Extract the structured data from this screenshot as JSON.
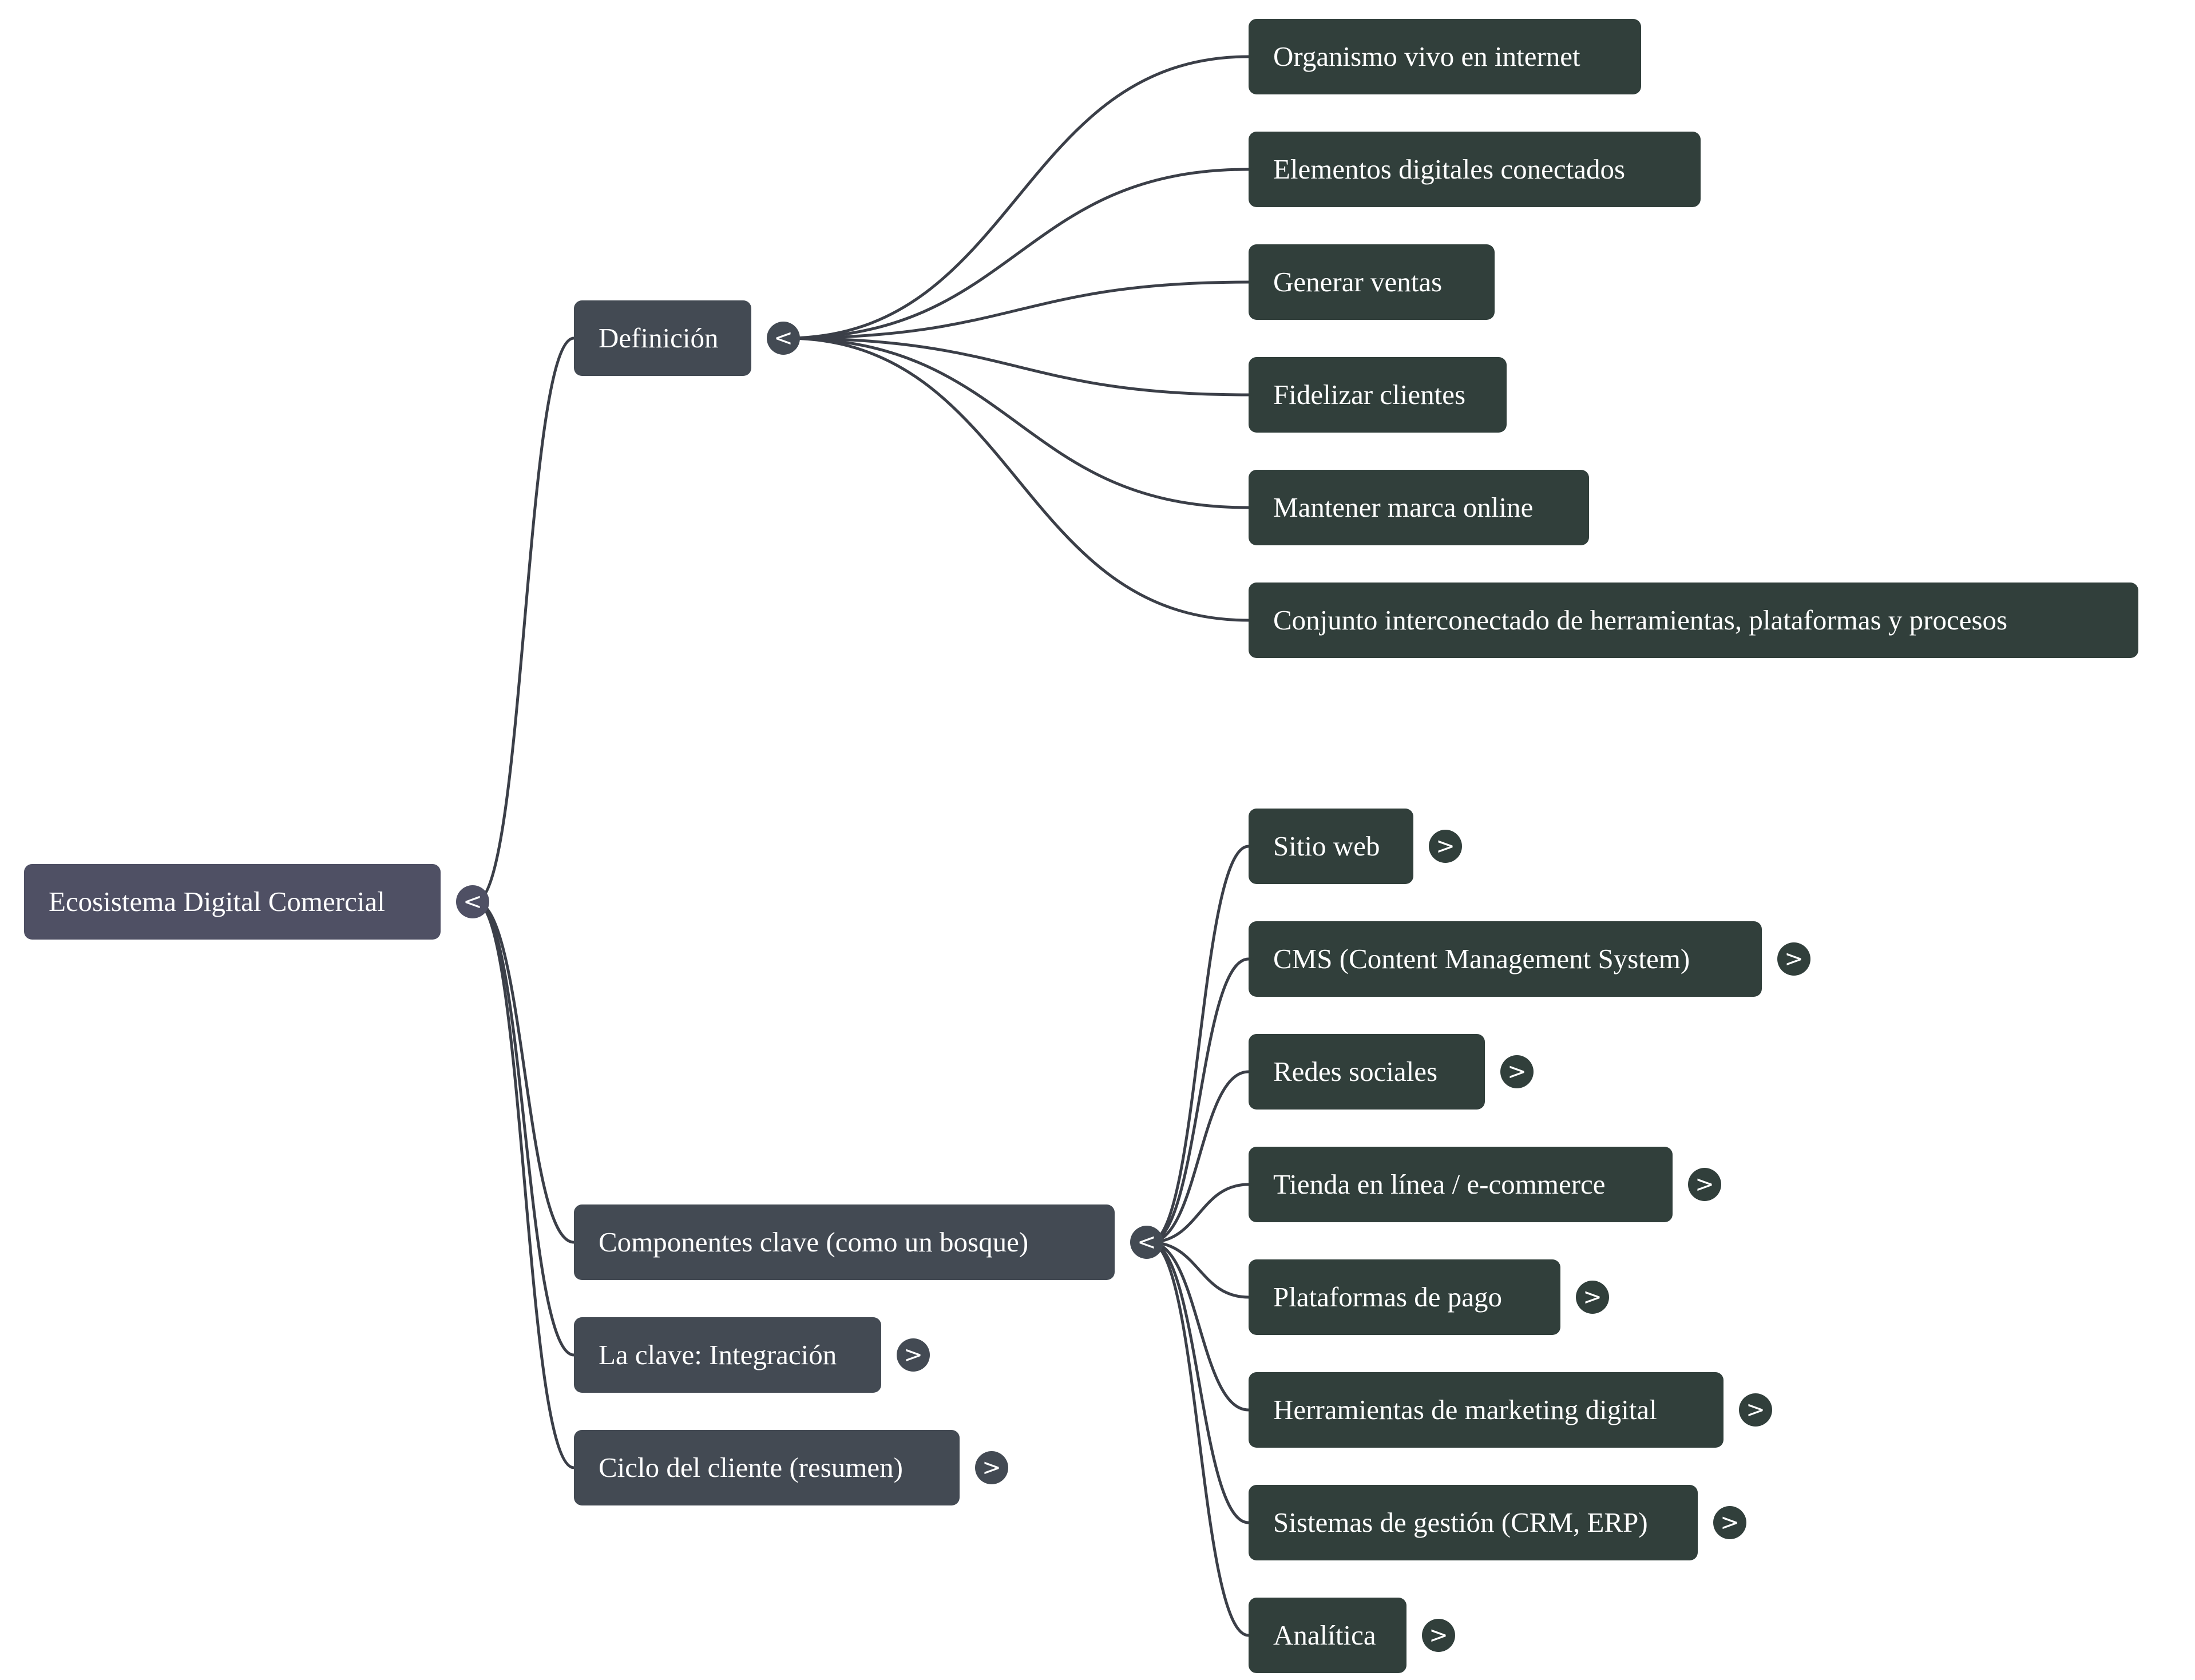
{
  "colors": {
    "root": "#4f5064",
    "branch": "#434a53",
    "leaf": "#313f3b",
    "link": "#3b3f48",
    "background": "#ffffff"
  },
  "root": {
    "label": "Ecosistema Digital Comercial",
    "toggle": "<"
  },
  "branches": [
    {
      "label": "Definición",
      "toggle": "<",
      "children": [
        {
          "label": "Organismo vivo en internet"
        },
        {
          "label": "Elementos digitales conectados"
        },
        {
          "label": "Generar ventas"
        },
        {
          "label": "Fidelizar clientes"
        },
        {
          "label": "Mantener marca online"
        },
        {
          "label": "Conjunto interconectado de herramientas, plataformas y procesos"
        }
      ]
    },
    {
      "label": "Componentes clave (como un bosque)",
      "toggle": "<",
      "children": [
        {
          "label": "Sitio web",
          "toggle": ">"
        },
        {
          "label": "CMS (Content Management System)",
          "toggle": ">"
        },
        {
          "label": "Redes sociales",
          "toggle": ">"
        },
        {
          "label": "Tienda en línea / e-commerce",
          "toggle": ">"
        },
        {
          "label": "Plataformas de pago",
          "toggle": ">"
        },
        {
          "label": "Herramientas de marketing digital",
          "toggle": ">"
        },
        {
          "label": "Sistemas de gestión (CRM, ERP)",
          "toggle": ">"
        },
        {
          "label": "Analítica",
          "toggle": ">"
        }
      ]
    },
    {
      "label": "La clave: Integración",
      "toggle": ">",
      "children": []
    },
    {
      "label": "Ciclo del cliente (resumen)",
      "toggle": ">",
      "children": []
    }
  ]
}
